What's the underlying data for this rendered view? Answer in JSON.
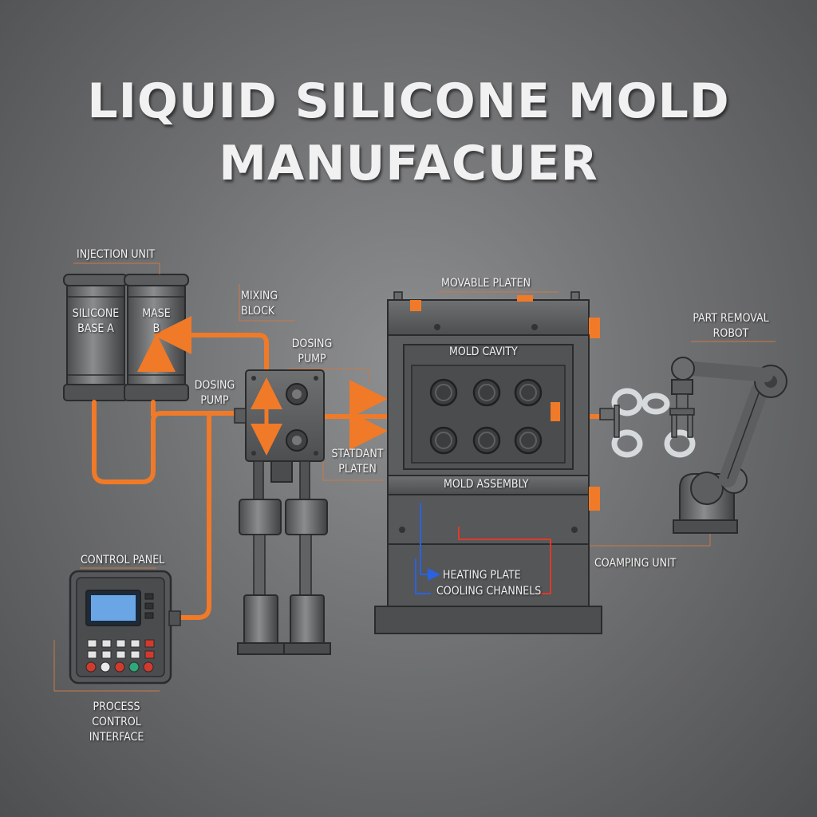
{
  "title": {
    "line1": "LIQUID SILICONE MOLD",
    "line2": "MANUFACUER"
  },
  "labels": {
    "injection_unit": "INJECTION UNIT",
    "tank_a_line1": "SILICONE",
    "tank_a_line2": "BASE A",
    "tank_b_line1": "MASE",
    "tank_b_line2": "B",
    "mixing_block_line1": "MIXING",
    "mixing_block_line2": "BLOCK",
    "dosing_pump_right_line1": "DOSING",
    "dosing_pump_right_line2": "PUMP",
    "dosing_pump_left_line1": "DOSING",
    "dosing_pump_left_line2": "PUMP",
    "movable_platen": "MOVABLE PLATEN",
    "mold_cavity": "MOLD CAVITY",
    "stationary_platen_line1": "STATDANT",
    "stationary_platen_line2": "PLATEN",
    "mold_assembly": "MOLD ASSEMBLY",
    "heating_plate": "HEATING PLATE",
    "cooling_channels": "COOLING CHANNELS",
    "clamping_unit": "COAMPING UNIT",
    "part_removal_line1": "PART REMOVAL",
    "part_removal_line2": "ROBOT",
    "control_panel": "CONTROL PANEL",
    "process_line1": "PROCESS",
    "process_line2": "CONTROL",
    "process_line3": "INTERFACE"
  },
  "colors": {
    "flow": "#f07a28",
    "heating": "#e03a2a",
    "cooling": "#2a62e0",
    "machine": "#5c5e60"
  }
}
